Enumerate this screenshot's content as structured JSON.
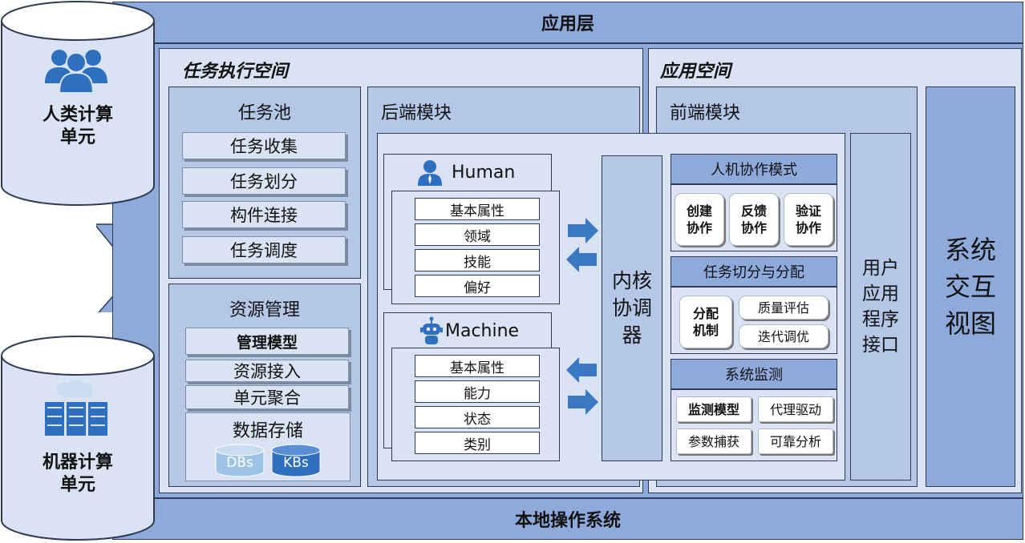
{
  "layers": {
    "top": "应用层",
    "bottom": "本地操作系统"
  },
  "left_units": {
    "human": "人类计算\n单元",
    "machine": "机器计算\n单元"
  },
  "task_space": {
    "title": "任务执行空间",
    "task_pool": {
      "title": "任务池",
      "items": [
        "任务收集",
        "任务划分",
        "构件连接",
        "任务调度"
      ]
    },
    "resource_mgmt": {
      "title": "资源管理",
      "items": [
        "管理模型",
        "资源接入",
        "单元聚合"
      ],
      "storage": {
        "title": "数据存储",
        "db1": "DBs",
        "db2": "KBs"
      }
    },
    "backend": {
      "title": "后端模块",
      "human": {
        "title": "Human",
        "attrs": [
          "基本属性",
          "领域",
          "技能",
          "偏好"
        ]
      },
      "machine": {
        "title": "Machine",
        "attrs": [
          "基本属性",
          "能力",
          "状态",
          "类别"
        ]
      }
    }
  },
  "kernel": "内核\n协调\n器",
  "app_space": {
    "title": "应用空间",
    "frontend": {
      "title": "前端模块",
      "collab": {
        "title": "人机协作模式",
        "items": [
          "创建\n协作",
          "反馈\n协作",
          "验证\n协作"
        ]
      },
      "split": {
        "title": "任务切分与分配",
        "main": "分配\n机制",
        "items": [
          "质量评估",
          "迭代调优"
        ]
      },
      "monitor": {
        "title": "系统监测",
        "items": [
          "监测模型",
          "代理驱动",
          "参数捕获",
          "可靠分析"
        ]
      }
    },
    "api": "用户\n应用\n程序\n接口",
    "view": "系统\n交互\n视图"
  },
  "colors": {
    "dark": "#8eaadb",
    "mid": "#b4c7e7",
    "light": "#dae3f3",
    "arrow": "#3a78c3",
    "border": "#2f3b52"
  }
}
